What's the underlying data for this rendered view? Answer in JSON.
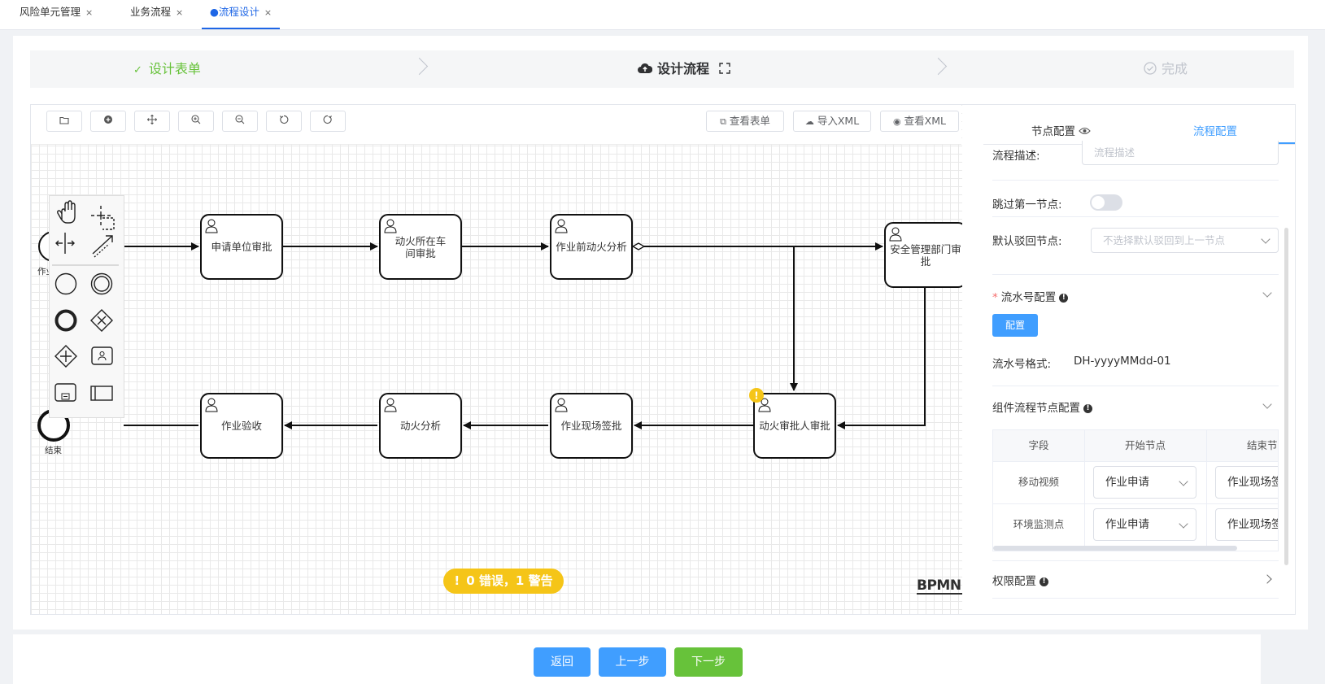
{
  "tabs": [
    {
      "label": "风险单元管理",
      "close": "×"
    },
    {
      "label": "业务流程",
      "close": "×"
    },
    {
      "label": "●流程设计",
      "close": "×"
    }
  ],
  "steps": [
    {
      "label": "设计表单",
      "icon": "check-icon",
      "state": "done"
    },
    {
      "label": "设计流程",
      "icon": "cloud-upload-icon",
      "state": "active"
    },
    {
      "label": "完成",
      "icon": "check-circle-icon",
      "state": "pending"
    }
  ],
  "toolbar": {
    "icon_buttons": [
      "folder-open-icon",
      "plus-circle-icon",
      "move-icon",
      "zoom-in-icon",
      "zoom-out-icon",
      "undo-icon",
      "redo-icon"
    ],
    "view_form": "查看表单",
    "import_xml": "导入XML",
    "view_xml": "查看XML"
  },
  "palette": {
    "tools": [
      "hand-tool-icon",
      "lasso-tool-icon",
      "space-tool-icon",
      "connect-tool-icon",
      "start-event-icon",
      "intermediate-event-icon",
      "end-event-icon",
      "exclusive-gateway-icon",
      "parallel-gateway-icon",
      "user-task-icon",
      "subprocess-icon",
      "pool-icon"
    ]
  },
  "diagram": {
    "start_partial_label": "作业",
    "end_label": "结束",
    "tasks": [
      "申请单位审批",
      "动火所在车间审批",
      "作业前动火分析",
      "安全管理部门审批",
      "动火审批人审批",
      "作业现场签批",
      "动火分析",
      "作业验收"
    ]
  },
  "warning_badge": "0 错误，1 警告",
  "watermark": "BPMN.io",
  "panel": {
    "tabs": {
      "node_config": "节点配置",
      "process_config": "流程配置"
    },
    "desc_label": "流程描述:",
    "desc_placeholder": "流程描述",
    "skip_first_label": "跳过第一节点:",
    "skip_first_value": false,
    "default_reject_label": "默认驳回节点:",
    "default_reject_placeholder": "不选择默认驳回到上一节点",
    "serial_section": "流水号配置",
    "serial_required": "*",
    "config_button": "配置",
    "serial_format_label": "流水号格式:",
    "serial_format_value": "DH-yyyyMMdd-01",
    "component_section": "组件流程节点配置",
    "table": {
      "headers": [
        "字段",
        "开始节点",
        "结束节点"
      ],
      "rows": [
        {
          "field": "移动视频",
          "start": "作业申请",
          "end": "作业现场签"
        },
        {
          "field": "环境监测点",
          "start": "作业申请",
          "end": "作业现场签"
        }
      ]
    },
    "permission_section": "权限配置"
  },
  "footer": {
    "back": "返回",
    "prev": "上一步",
    "next": "下一步"
  },
  "colors": {
    "primary": "#409eff",
    "success": "#67c23a",
    "tab_active": "#1e66e6",
    "annotation": "#e02020",
    "warning": "#f5c518"
  }
}
